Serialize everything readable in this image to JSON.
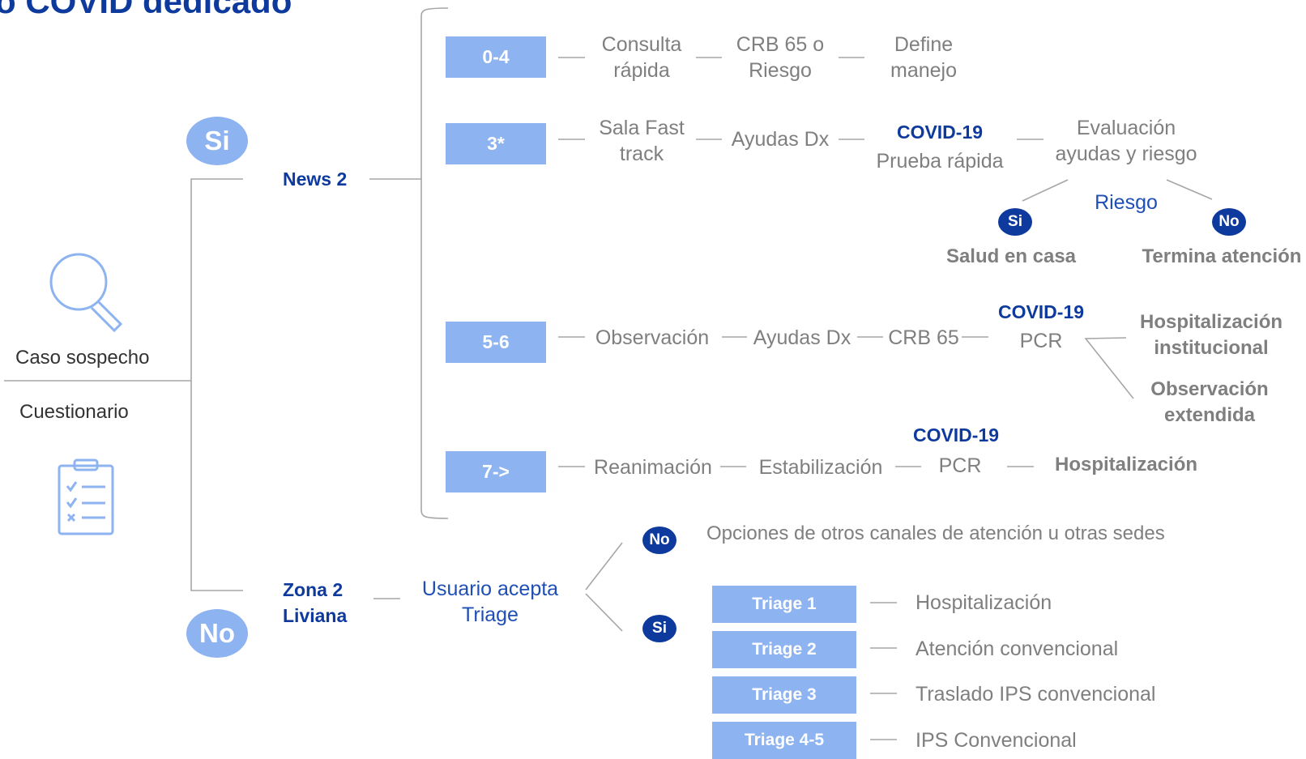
{
  "title": "o COVID dedicado",
  "left": {
    "caso": "Caso sospecho",
    "cuestionario": "Cuestionario",
    "si": "Si",
    "no": "No",
    "search_icon": "magnifier-icon",
    "clipboard_icon": "checklist-icon"
  },
  "branches": {
    "news": "News 2",
    "zona_line1": "Zona 2",
    "zona_line2": "Liviana"
  },
  "rows": {
    "r04": {
      "label": "0-4",
      "s1a": "Consulta",
      "s1b": "rápida",
      "s2a": "CRB 65 o",
      "s2b": "Riesgo",
      "s3a": "Define",
      "s3b": "manejo"
    },
    "r3": {
      "label": "3*",
      "s1a": "Sala Fast",
      "s1b": "track",
      "s2": "Ayudas Dx",
      "covid": "COVID-19",
      "s3": "Prueba rápida",
      "s4a": "Evaluación",
      "s4b": "ayudas y riesgo",
      "riesgo": "Riesgo",
      "si": "Si",
      "no": "No",
      "salud": "Salud en casa",
      "termina": "Termina atención"
    },
    "r56": {
      "label": "5-6",
      "s1": "Observación",
      "s2": "Ayudas Dx",
      "s3": "CRB 65",
      "covid": "COVID-19",
      "pcr": "PCR",
      "h1": "Hospitalización",
      "h2": "institucional",
      "o1": "Observación",
      "o2": "extendida"
    },
    "r7": {
      "label": "7->",
      "s1": "Reanimación",
      "s2": "Estabilización",
      "covid": "COVID-19",
      "pcr": "PCR",
      "hosp": "Hospitalización"
    }
  },
  "zona": {
    "acepta1": "Usuario acepta",
    "acepta2": "Triage",
    "no": "No",
    "si": "Si",
    "otros": "Opciones de otros canales de atención u otras sedes",
    "triages": [
      {
        "label": "Triage 1",
        "dest": "Hospitalización"
      },
      {
        "label": "Triage 2",
        "dest": "Atención convencional"
      },
      {
        "label": "Triage 3",
        "dest": "Traslado IPS convencional"
      },
      {
        "label": "Triage 4-5",
        "dest": "IPS Convencional"
      }
    ]
  },
  "colors": {
    "box": "#8db3f0",
    "dark_blue": "#0d3a9c",
    "line": "#a6a6a6",
    "icon": "#8db3f0"
  }
}
